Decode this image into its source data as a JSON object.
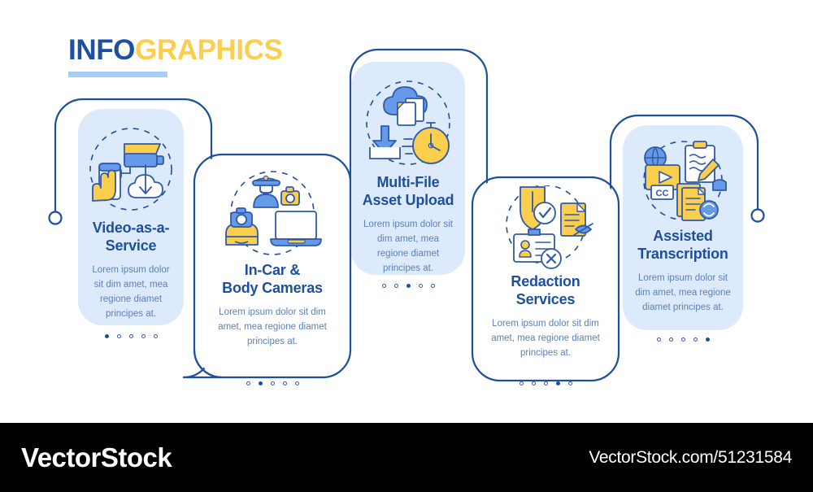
{
  "header": {
    "title_part1": "INFO",
    "title_part2": "GRAPHICS"
  },
  "colors": {
    "navy": "#1e4f9c",
    "blue_line": "#1f4f9b",
    "blue_mid": "#6699e8",
    "yellow": "#fcce4e",
    "card_fill": "#ddeafb",
    "body_text": "#5c7fb8",
    "rule": "#a8cdf0",
    "footer_bg": "#000000"
  },
  "steps": [
    {
      "index": 1,
      "title": "Video-as-a-Service",
      "body": "Lorem ipsum dolor sit dim amet, mea regione diamet principes at.",
      "style": "filled",
      "active_dot": 1,
      "dot_count": 5,
      "icons": [
        "security-camera-icon",
        "hand-touch-phone-icon",
        "cloud-download-icon"
      ]
    },
    {
      "index": 2,
      "title": "In-Car & Body Cameras",
      "body": "Lorem ipsum dolor sit dim amet, mea regione diamet principes at.",
      "style": "outlined",
      "active_dot": 2,
      "dot_count": 5,
      "icons": [
        "police-officer-icon",
        "body-camera-icon",
        "patrol-car-icon",
        "laptop-icon"
      ]
    },
    {
      "index": 3,
      "title": "Multi-File Asset Upload",
      "body": "Lorem ipsum dolor sit dim amet, mea regione diamet principes at.",
      "style": "filled",
      "active_dot": 3,
      "dot_count": 5,
      "icons": [
        "cloud-files-icon",
        "download-tray-icon",
        "stopwatch-icon"
      ]
    },
    {
      "index": 4,
      "title": "Redaction Services",
      "body": "Lorem ipsum dolor sit dim amet, mea regione diamet principes at.",
      "style": "outlined",
      "active_dot": 4,
      "dot_count": 5,
      "icons": [
        "shield-check-icon",
        "id-badge-blocked-icon",
        "document-hidden-icon"
      ]
    },
    {
      "index": 5,
      "title": "Assisted Transcription",
      "body": "Lorem ipsum dolor sit dim amet, mea regione diamet principes at.",
      "style": "filled",
      "active_dot": 5,
      "dot_count": 5,
      "icons": [
        "globe-icon",
        "video-play-cc-icon",
        "clipboard-pen-icon",
        "document-refresh-icon"
      ]
    }
  ],
  "titles": {
    "step1_line1": "Video-as-a-",
    "step1_line2": "Service",
    "step2_line1": "In-Car &",
    "step2_line2": "Body Cameras",
    "step3_line1": "Multi-File",
    "step3_line2": "Asset Upload",
    "step4_line1": "Redaction",
    "step4_line2": "Services",
    "step5_line1": "Assisted",
    "step5_line2": "Transcription"
  },
  "footer": {
    "brand": "VectorStock",
    "url": "VectorStock.com/51231584"
  }
}
